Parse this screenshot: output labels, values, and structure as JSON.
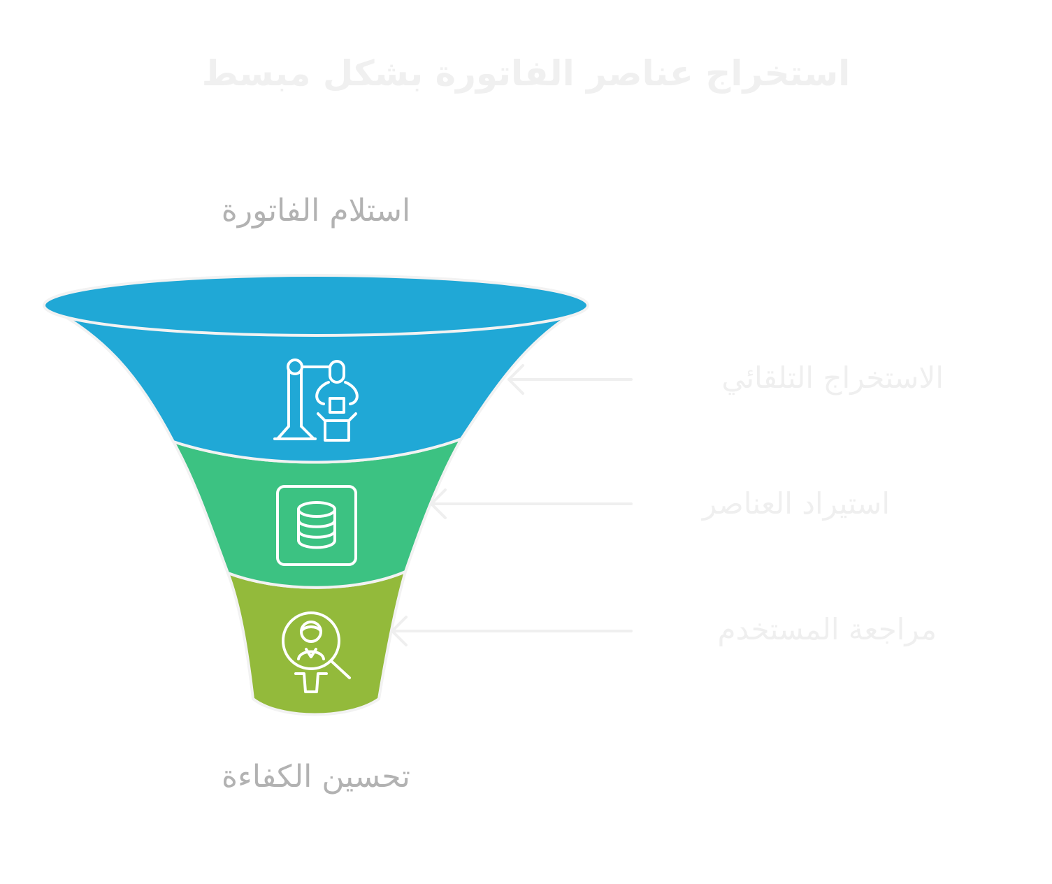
{
  "title": "استخراج عناصر الفاتورة بشكل مبسط",
  "top_label": "استلام الفاتورة",
  "bottom_label": "تحسين الكفاءة",
  "stages": [
    {
      "label": "الاستخراج التلقائي",
      "color": "#20a8d6",
      "icon": "robot-arm-icon"
    },
    {
      "label": "استيراد العناصر",
      "color": "#3cc282",
      "icon": "database-icon"
    },
    {
      "label": "مراجعة المستخدم",
      "color": "#93ba3b",
      "icon": "user-search-icon"
    }
  ],
  "colors": {
    "title": "#f0f0f0",
    "funnel_labels": "#b2b2b2",
    "stage_labels": "#efefef",
    "arrows": "#efefef",
    "outline": "#f2f2f2",
    "icon_stroke": "#ffffff"
  }
}
